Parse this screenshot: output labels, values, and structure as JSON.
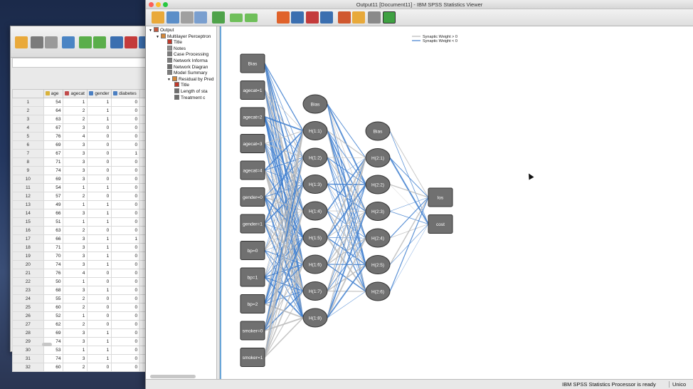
{
  "viewer": {
    "title": "Output11 [Document11] - IBM SPSS Statistics Viewer",
    "status": "IBM SPSS Statistics Processor is ready",
    "encoding": "Unico"
  },
  "toolbar_icons": [
    "open-icon",
    "save-icon",
    "print-icon",
    "print-preview-icon",
    "recall-dialog-icon",
    "undo-icon",
    "redo-icon",
    "goto-data-icon",
    "goto-case-icon",
    "goto-variable-icon",
    "variables-icon",
    "insert-output-icon",
    "insert-text-icon",
    "designate-window-icon",
    "run-icon"
  ],
  "outline": {
    "items": [
      {
        "label": "Output",
        "level": 0,
        "icon": "log-icon"
      },
      {
        "label": "Multilayer Perceptron",
        "level": 1,
        "icon": "procedure-icon"
      },
      {
        "label": "Title",
        "level": 2,
        "icon": "title-icon"
      },
      {
        "label": "Notes",
        "level": 2,
        "icon": "notes-icon"
      },
      {
        "label": "Case Processing",
        "level": 2,
        "icon": "table-icon"
      },
      {
        "label": "Network Informa",
        "level": 2,
        "icon": "table-icon"
      },
      {
        "label": "Network Diagran",
        "level": 2,
        "icon": "chart-icon"
      },
      {
        "label": "Model Summary",
        "level": 2,
        "icon": "table-icon"
      },
      {
        "label": "Residual by Pred",
        "level": 2,
        "icon": "procedure-icon"
      },
      {
        "label": "Title",
        "level": 3,
        "icon": "title-icon"
      },
      {
        "label": "Length of sta",
        "level": 3,
        "icon": "chart-icon"
      },
      {
        "label": "Treatment c",
        "level": 3,
        "icon": "chart-icon"
      }
    ]
  },
  "network": {
    "legend": [
      "Synaptic Weight > 0",
      "Synaptic Weight < 0"
    ],
    "colors": {
      "positive": "#b8b8b8",
      "negative": "#3f7fcf"
    },
    "input_layer": [
      "Bias",
      "agecat=1",
      "agecat=2",
      "agecat=3",
      "agecat=4",
      "gender=0",
      "gender=1",
      "bp=0",
      "bp=1",
      "bp=2",
      "smoker=0",
      "smoker=1"
    ],
    "hidden_layer_1": [
      "Bias",
      "H(1:1)",
      "H(1:2)",
      "H(1:3)",
      "H(1:4)",
      "H(1:5)",
      "H(1:6)",
      "H(1:7)",
      "H(1:8)"
    ],
    "hidden_layer_2": [
      "Bias",
      "H(2:1)",
      "H(2:2)",
      "H(2:3)",
      "H(2:4)",
      "H(2:5)",
      "H(2:6)"
    ],
    "output_layer": [
      "los",
      "cost"
    ]
  },
  "data_editor": {
    "columns": [
      "age",
      "agecat",
      "gender",
      "diabetes"
    ],
    "rows": [
      [
        1,
        54,
        1,
        1,
        0
      ],
      [
        2,
        64,
        2,
        1,
        0
      ],
      [
        3,
        63,
        2,
        1,
        0
      ],
      [
        4,
        67,
        3,
        0,
        0
      ],
      [
        5,
        76,
        4,
        0,
        0
      ],
      [
        6,
        69,
        3,
        0,
        0
      ],
      [
        7,
        67,
        3,
        0,
        1
      ],
      [
        8,
        71,
        3,
        0,
        0
      ],
      [
        9,
        74,
        3,
        0,
        0
      ],
      [
        10,
        69,
        3,
        0,
        0
      ],
      [
        11,
        54,
        1,
        1,
        0
      ],
      [
        12,
        57,
        2,
        0,
        0
      ],
      [
        13,
        49,
        1,
        1,
        0
      ],
      [
        14,
        66,
        3,
        1,
        0
      ],
      [
        15,
        51,
        1,
        1,
        0
      ],
      [
        16,
        63,
        2,
        0,
        0
      ],
      [
        17,
        66,
        3,
        1,
        1
      ],
      [
        18,
        71,
        3,
        1,
        0
      ],
      [
        19,
        70,
        3,
        1,
        0
      ],
      [
        20,
        74,
        3,
        1,
        0
      ],
      [
        21,
        76,
        4,
        0,
        0
      ],
      [
        22,
        50,
        1,
        0,
        0
      ],
      [
        23,
        68,
        3,
        1,
        0
      ],
      [
        24,
        55,
        2,
        0,
        0
      ],
      [
        25,
        60,
        2,
        0,
        0
      ],
      [
        26,
        52,
        1,
        0,
        0
      ],
      [
        27,
        62,
        2,
        0,
        0
      ],
      [
        28,
        69,
        3,
        1,
        0
      ],
      [
        29,
        74,
        3,
        1,
        0
      ],
      [
        30,
        53,
        1,
        1,
        0
      ],
      [
        31,
        74,
        3,
        1,
        0
      ],
      [
        32,
        60,
        2,
        0,
        0
      ]
    ]
  }
}
